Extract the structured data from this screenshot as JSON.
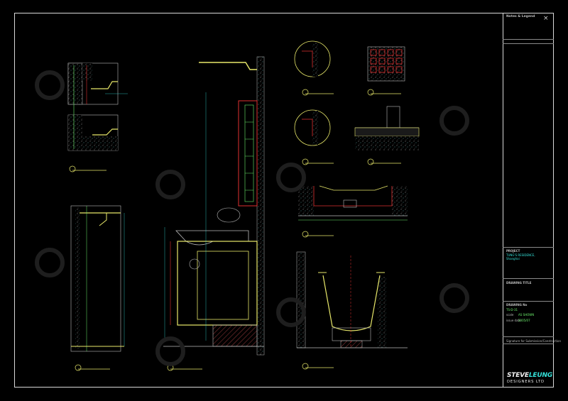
{
  "title_block": {
    "notes_heading": "Notes & Legend",
    "project_label": "PROJECT",
    "project_name": "TUNG'S RESIDENCE,",
    "project_city": "Shanghai",
    "drawing_title_label": "DRAWING TITLE",
    "drawing_no_label": "DRAWING No",
    "drawing_no": "TS-D-31",
    "scale_label": "scale",
    "scale_value": "AS SHOWN",
    "issue_label": "issue date",
    "issue_value": "2005/07",
    "signature_label": "Signature for Submission/Construction"
  },
  "logo": {
    "name_main": "STEVE",
    "name_accent": "LEUNG",
    "subtitle": "DESIGNERS LTD"
  },
  "colors": {
    "background": "#000000",
    "frame": "#d8d8d8",
    "cyan": "#35e0d8",
    "green": "#6cf06c",
    "yellow": "#e8e86a",
    "red": "#e03030"
  }
}
